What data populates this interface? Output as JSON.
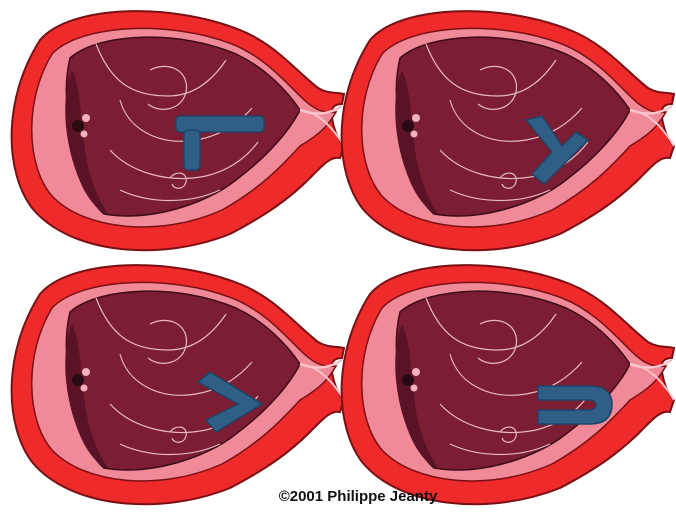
{
  "panels": [
    {
      "id": "T",
      "letter": "T"
    },
    {
      "id": "Y",
      "letter": "Y"
    },
    {
      "id": "V",
      "letter": "V"
    },
    {
      "id": "U",
      "letter": "U"
    }
  ],
  "colors": {
    "background": "#ffffff",
    "uterine_wall": "#ee2a2a",
    "wall_outline": "#7a0f14",
    "amniotic_fluid": "#f08a98",
    "fetus": "#7b1d33",
    "fetus_dark": "#5a1226",
    "fetal_lines": "#e9b7c2",
    "cervix_line": "#f7c4cc",
    "marker": "#2f5e86",
    "marker_dark": "#1f4466"
  },
  "credit": "©2001 Philippe Jeanty"
}
